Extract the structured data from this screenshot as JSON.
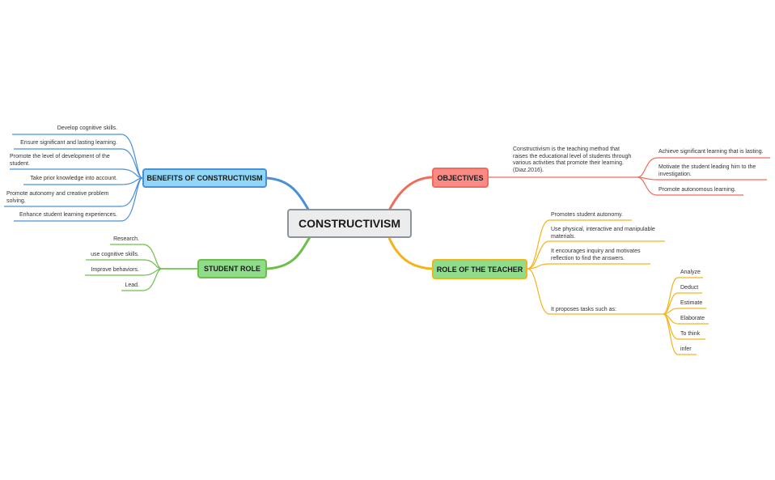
{
  "central": "CONSTRUCTIVISM",
  "colors": {
    "benefits": "#4a90d9",
    "student": "#6cc04a",
    "objectives": "#f26b5b",
    "teacher": "#f5b31a",
    "central_fill": "#ececec",
    "central_border": "#8a939e"
  },
  "benefits": {
    "title": "BENEFITS OF CONSTRUCTIVISM",
    "items": [
      "Develop cognitive skills.",
      "Ensure significant and lasting learning.",
      "Promote the level of development of the student.",
      "Take prior knowledge into account.",
      "Promote autonomy and creative problem solving.",
      "Enhance student learning experiences."
    ]
  },
  "student_role": {
    "title": "STUDENT ROLE",
    "items": [
      "Research.",
      "use cognitive skills.",
      "Improve behaviors.",
      "Lead."
    ]
  },
  "objectives": {
    "title": "OBJECTIVES",
    "description": "Constructivism is the teaching method that raises the educational level of students through various activities that promote their learning.(Diaz.2016).",
    "items": [
      "Achieve significant learning that is lasting.",
      "Motivate the student leading him to the investigation.",
      "Promote autonomous learning."
    ]
  },
  "teacher": {
    "title": "ROLE OF THE TEACHER",
    "items": [
      "Promotes student autonomy.",
      "Use physical, interactive and manipulable materials.",
      "It encourages inquiry and motivates reflection to find the answers.",
      "It proposes tasks such as:"
    ],
    "tasks": [
      "Analyze",
      "Deduct",
      "Estimate",
      "Elaborate",
      "To think",
      "infer"
    ]
  }
}
